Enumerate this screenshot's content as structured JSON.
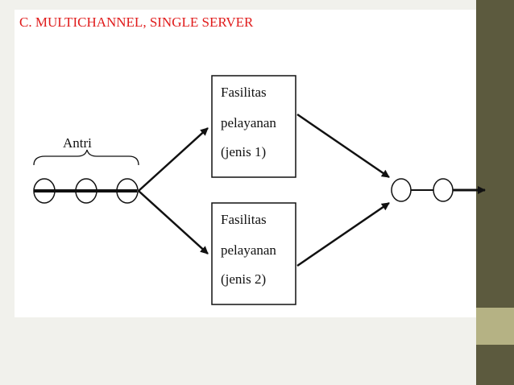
{
  "title": "C. MULTICHANNEL, SINGLE SERVER",
  "queue_label": "Antri",
  "facility_1": {
    "line1": "Fasilitas",
    "line2": "pelayanan",
    "line3": "(jenis 1)"
  },
  "facility_2": {
    "line1": "Fasilitas",
    "line2": "pelayanan",
    "line3": "(jenis 2)"
  },
  "colors": {
    "title": "#e01b1b",
    "background": "#f1f1ec",
    "sidebar_dark": "#5c5a3e",
    "sidebar_light": "#b5b284"
  }
}
